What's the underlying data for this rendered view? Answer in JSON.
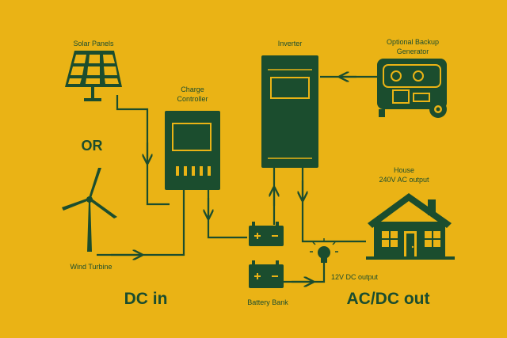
{
  "colors": {
    "background": "#EAB315",
    "foreground": "#1B4D2E"
  },
  "icons": [
    "solar-panel-icon",
    "wind-turbine-icon",
    "charge-controller-icon",
    "inverter-icon",
    "generator-icon",
    "house-icon",
    "battery-icon",
    "light-bulb-icon"
  ],
  "labels": {
    "solar_panels": "Solar Panels",
    "charge_controller_line1": "Charge",
    "charge_controller_line2": "Controller",
    "inverter": "Inverter",
    "generator_line1": "Optional Backup",
    "generator_line2": "Generator",
    "house_line1": "House",
    "house_line2": "240V AC output",
    "wind_turbine": "Wind Turbine",
    "battery_bank": "Battery Bank",
    "dc_output": "12V DC output",
    "or": "OR",
    "dc_in": "DC in",
    "ac_dc_out": "AC/DC out"
  }
}
